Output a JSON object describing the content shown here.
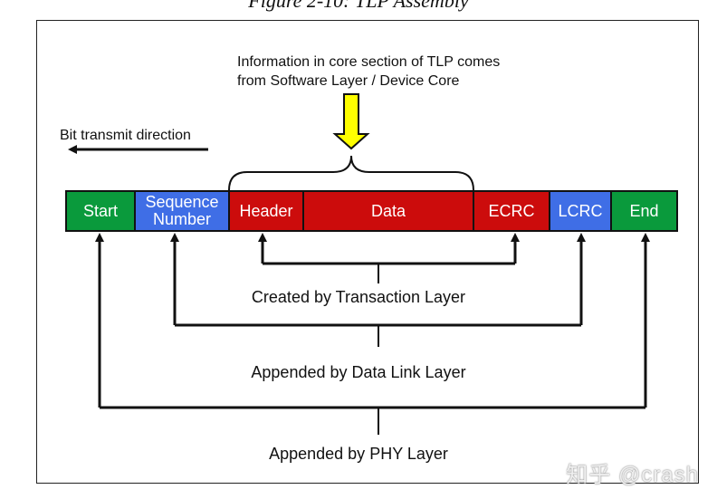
{
  "caption": "Figure 2-10: TLP Assembly",
  "source_note": {
    "line1": "Information in core section of TLP comes",
    "line2": "from Software Layer / Device Core"
  },
  "bit_direction": "Bit transmit direction",
  "segments": {
    "start": "Start",
    "sequence_line1": "Sequence",
    "sequence_line2": "Number",
    "header": "Header",
    "data": "Data",
    "ecrc": "ECRC",
    "lcrc": "LCRC",
    "end": "End"
  },
  "labels": {
    "transaction": "Created by Transaction Layer",
    "data_link": "Appended by Data Link Layer",
    "phy": "Appended by PHY Layer"
  },
  "colors": {
    "framing": "#0a9a3c",
    "link": "#3f6ee6",
    "transaction": "#cc0c0c",
    "arrow_fill": "#ffff00"
  },
  "watermark": "知乎 @crash"
}
